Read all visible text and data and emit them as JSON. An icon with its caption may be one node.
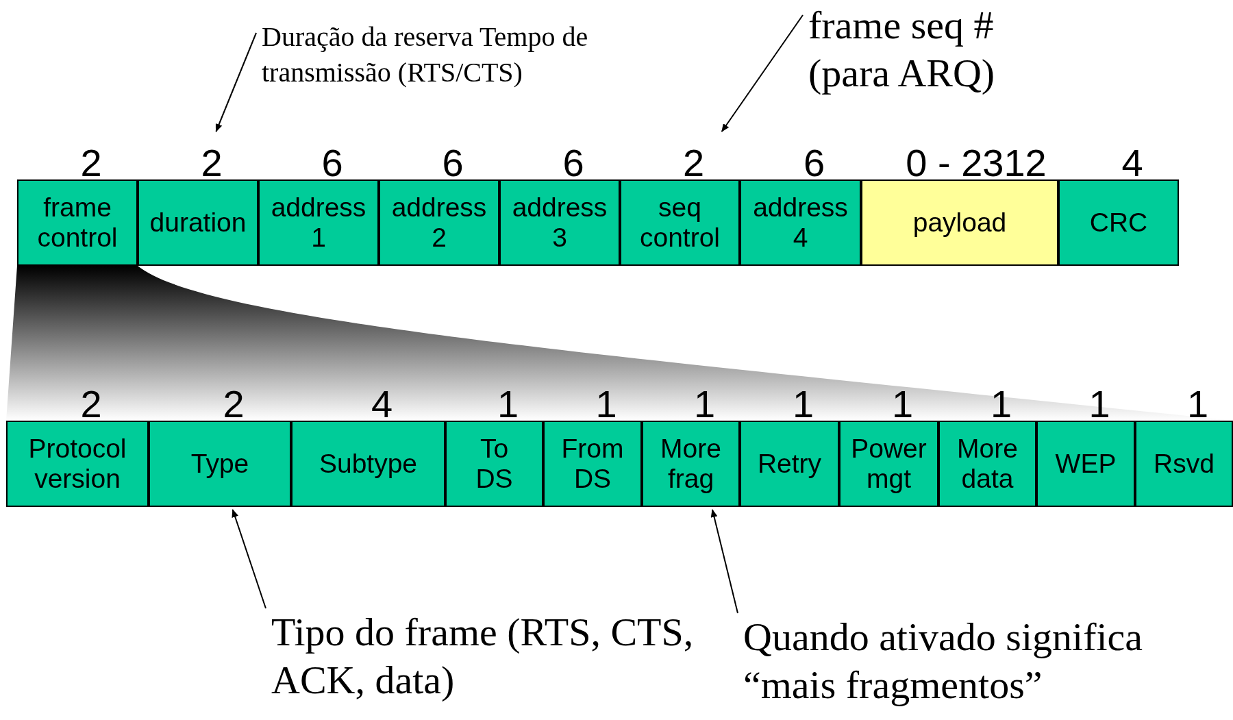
{
  "diagram": {
    "nodes": [
      {
        "text": [
          "frame control"
        ],
        "beside": [
          "2"
        ]
      },
      {
        "text": [
          "duration"
        ],
        "beside": [
          "2"
        ]
      },
      {
        "text": [
          "address 1"
        ],
        "beside": [
          "6"
        ]
      },
      {
        "text": [
          "address 2"
        ],
        "beside": [
          "6"
        ]
      },
      {
        "text": [
          "address 3"
        ],
        "beside": [
          "6"
        ]
      },
      {
        "text": [
          "seq control"
        ],
        "beside": [
          "2"
        ]
      },
      {
        "text": [
          "address 4"
        ],
        "beside": [
          "6"
        ]
      },
      {
        "text": [
          "payload"
        ],
        "beside": [
          "0 - 2312"
        ]
      },
      {
        "text": [
          "CRC"
        ],
        "beside": [
          "4"
        ]
      },
      {
        "text": [
          "Protocol version"
        ],
        "beside": [
          "2"
        ]
      },
      {
        "text": [
          "Type"
        ],
        "beside": [
          "2"
        ]
      },
      {
        "text": [
          "Subtype"
        ],
        "beside": [
          "4"
        ]
      },
      {
        "text": [
          "To DS"
        ],
        "beside": [
          "1"
        ]
      },
      {
        "text": [
          "From DS"
        ],
        "beside": [
          "1"
        ]
      },
      {
        "text": [
          "More frag"
        ],
        "beside": [
          "1"
        ]
      },
      {
        "text": [
          "Retry"
        ],
        "beside": [
          "1"
        ]
      },
      {
        "text": [
          "Power mgt"
        ],
        "beside": [
          "1"
        ]
      },
      {
        "text": [
          "More data"
        ],
        "beside": [
          "1"
        ]
      },
      {
        "text": [
          "WEP"
        ],
        "beside": [
          "1"
        ]
      },
      {
        "text": [
          "Rsvd"
        ],
        "beside": [
          "1"
        ]
      },
      {
        "text": [
          "Duração da reserva Tempo de transmissão (RTS/CTS)"
        ]
      },
      {
        "text": [
          "frame seq # (para ARQ)"
        ]
      },
      {
        "text": [
          "Tipo do frame (RTS, CTS, ACK, data)"
        ]
      },
      {
        "text": [
          "Quando ativado significa “mais fragmentos”"
        ]
      }
    ],
    "edges": [
      {
        "from": 20,
        "to": 1,
        "arrow": "to"
      },
      {
        "from": 21,
        "to": 5,
        "arrow": "to"
      },
      {
        "from": 22,
        "to": 10,
        "arrow": "to"
      },
      {
        "from": 23,
        "to": 14,
        "arrow": "to"
      }
    ]
  }
}
